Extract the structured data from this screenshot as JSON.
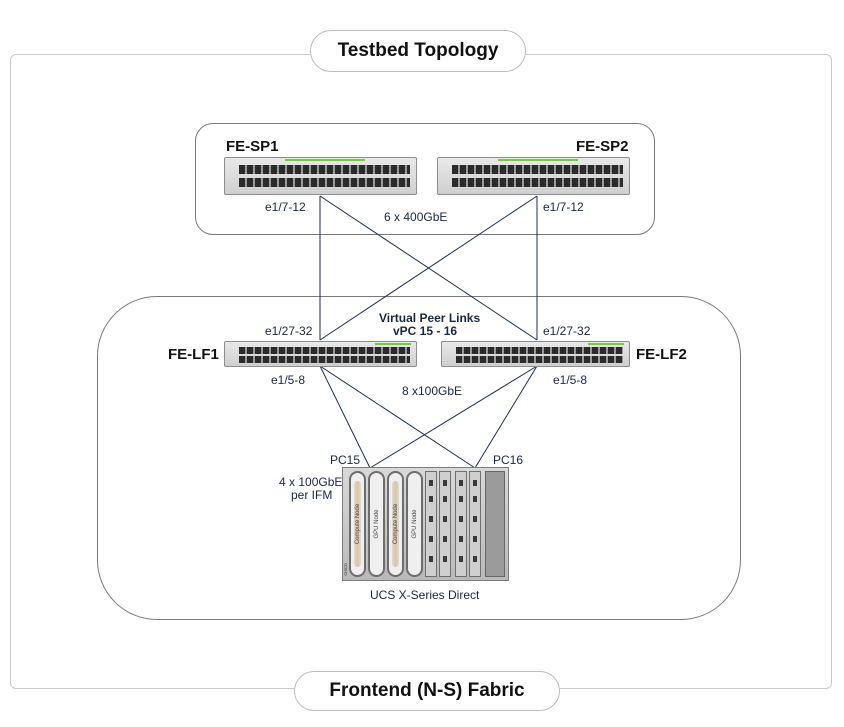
{
  "header": {
    "title": "Testbed Topology"
  },
  "footer": {
    "title": "Frontend (N-S) Fabric"
  },
  "spines": {
    "sp1": {
      "name": "FE-SP1",
      "ports": "e1/7-12"
    },
    "sp2": {
      "name": "FE-SP2",
      "ports": "e1/7-12"
    },
    "link_label": "6 x 400GbE"
  },
  "leaves": {
    "lf1": {
      "name": "FE-LF1",
      "uplink_ports": "e1/27-32",
      "downlink_ports": "e1/5-8"
    },
    "lf2": {
      "name": "FE-LF2",
      "uplink_ports": "e1/27-32",
      "downlink_ports": "e1/5-8"
    },
    "peer_links": {
      "line1": "Virtual Peer Links",
      "line2": "vPC 15 - 16"
    },
    "downlink_label": "8 x100GbE"
  },
  "chassis": {
    "name": "UCS X-Series Direct",
    "pc_left": "PC15",
    "pc_right": "PC16",
    "ifm_label_line1": "4 x 100GbE",
    "ifm_label_line2": "per IFM",
    "blades": [
      "Compute Node",
      "GPU Node",
      "Compute Node",
      "GPU Node"
    ],
    "brand": "CISCO"
  }
}
